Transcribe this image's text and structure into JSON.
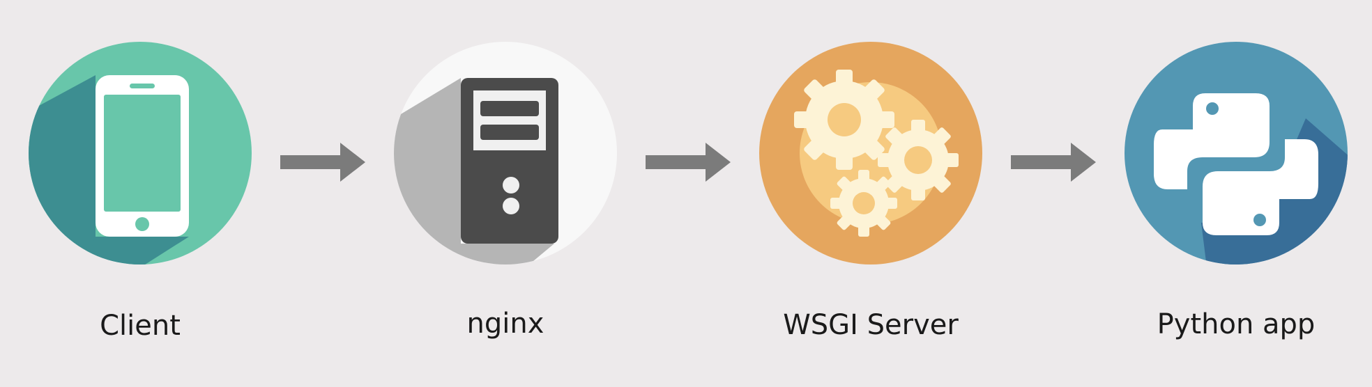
{
  "diagram": {
    "nodes": [
      {
        "id": "client",
        "label": "Client",
        "icon": "smartphone-icon",
        "color": "#68c6aa",
        "shadow": "#3d8e91"
      },
      {
        "id": "nginx",
        "label": "nginx",
        "icon": "server-tower-icon",
        "color": "#f8f8f8",
        "shadow": "#b5b5b5"
      },
      {
        "id": "wsgi",
        "label": "WSGI Server",
        "icon": "gears-icon",
        "color": "#e5a65e",
        "shadow": "#f6ca80"
      },
      {
        "id": "python",
        "label": "Python app",
        "icon": "python-logo-icon",
        "color": "#5397b3",
        "shadow": "#386e98"
      }
    ],
    "edges": [
      {
        "from": "client",
        "to": "nginx"
      },
      {
        "from": "nginx",
        "to": "wsgi"
      },
      {
        "from": "wsgi",
        "to": "python"
      }
    ],
    "colors": {
      "background": "#edeaeb",
      "arrow": "#7b7b7b"
    }
  }
}
